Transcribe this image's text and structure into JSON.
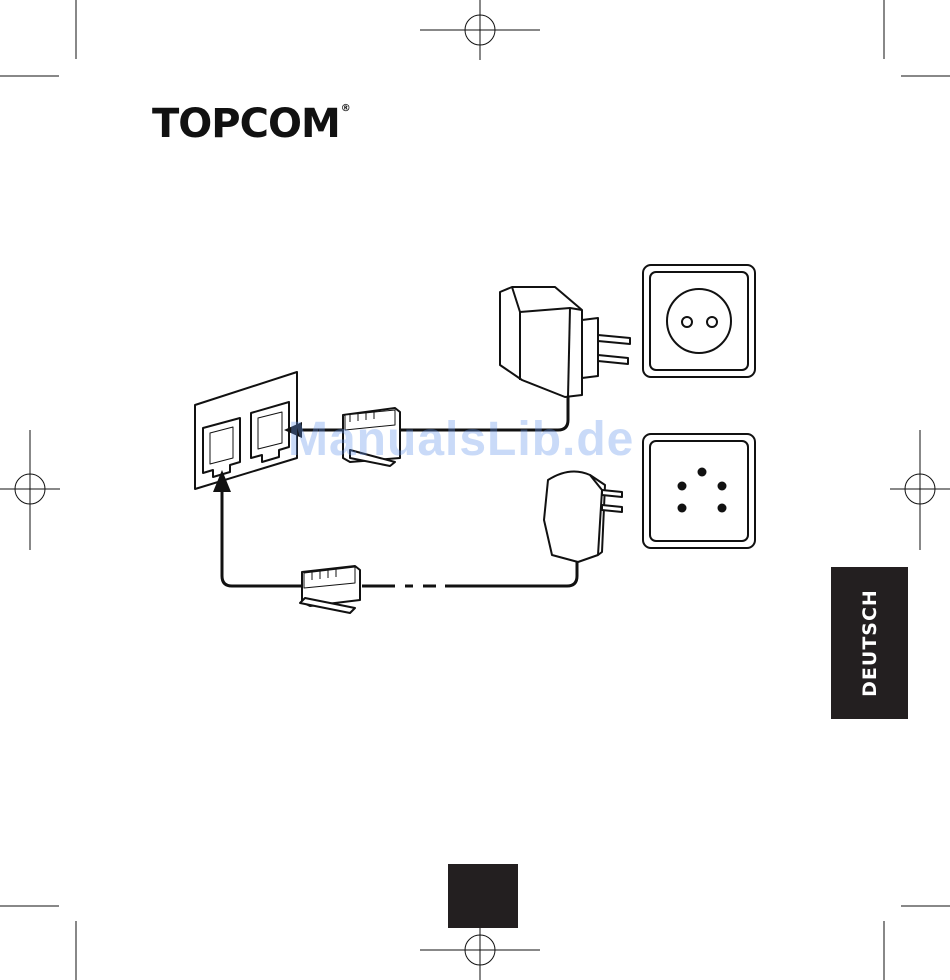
{
  "brand": {
    "name": "TOPCOM",
    "registered": "®"
  },
  "sidebar": {
    "language": "DEUTSCH"
  },
  "watermark": {
    "text": "ManualsLib.de"
  },
  "colors": {
    "ink": "#231f20",
    "watermark": "#6496eb"
  },
  "icons": [
    "crop-mark-icon",
    "registration-mark-icon",
    "telephone-wall-jack-icon",
    "power-adapter-icon",
    "mains-socket-icon",
    "rj11-plug-icon",
    "tae-plug-icon",
    "tae-socket-icon"
  ]
}
